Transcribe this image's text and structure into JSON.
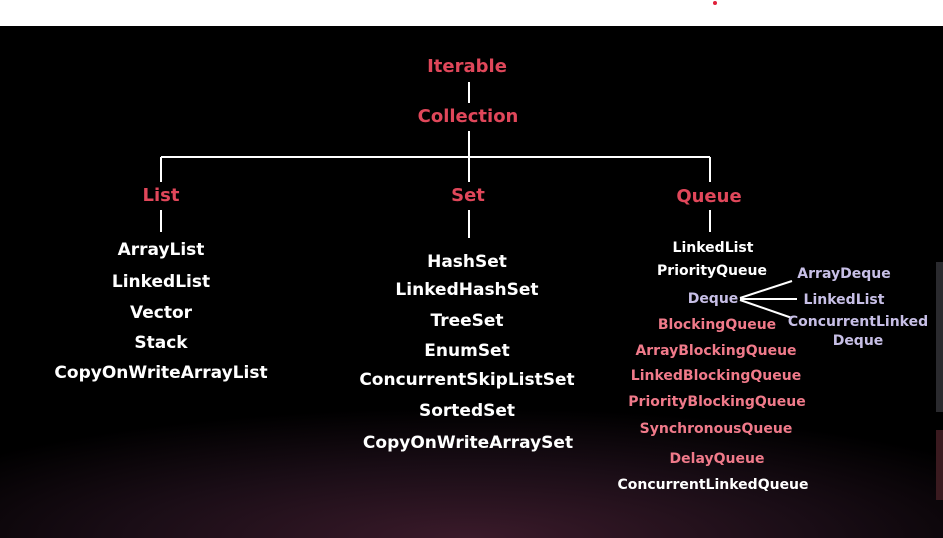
{
  "root": {
    "label": "Iterable"
  },
  "collection": {
    "label": "Collection"
  },
  "list": {
    "label": "List",
    "items": [
      "ArrayList",
      "LinkedList",
      "Vector",
      "Stack",
      "CopyOnWriteArrayList"
    ]
  },
  "set": {
    "label": "Set",
    "items": [
      "HashSet",
      "LinkedHashSet",
      "TreeSet",
      "EnumSet",
      "ConcurrentSkipListSet",
      "SortedSet",
      "CopyOnWriteArraySet"
    ]
  },
  "queue": {
    "label": "Queue",
    "impl": [
      "LinkedList",
      "PriorityQueue"
    ],
    "deque": {
      "label": "Deque",
      "items": [
        "ArrayDeque",
        "LinkedList",
        "ConcurrentLinked",
        "Deque"
      ]
    },
    "blocking": {
      "label": "BlockingQueue",
      "items": [
        "ArrayBlockingQueue",
        "LinkedBlockingQueue",
        "PriorityBlockingQueue",
        "SynchronousQueue",
        "DelayQueue"
      ]
    },
    "last": "ConcurrentLinkedQueue"
  },
  "colors": {
    "interface": "#e0475a",
    "implementation": "#ffffff",
    "blocking": "#f07a8a",
    "deque": "#c7bfe6",
    "background": "#000000"
  }
}
